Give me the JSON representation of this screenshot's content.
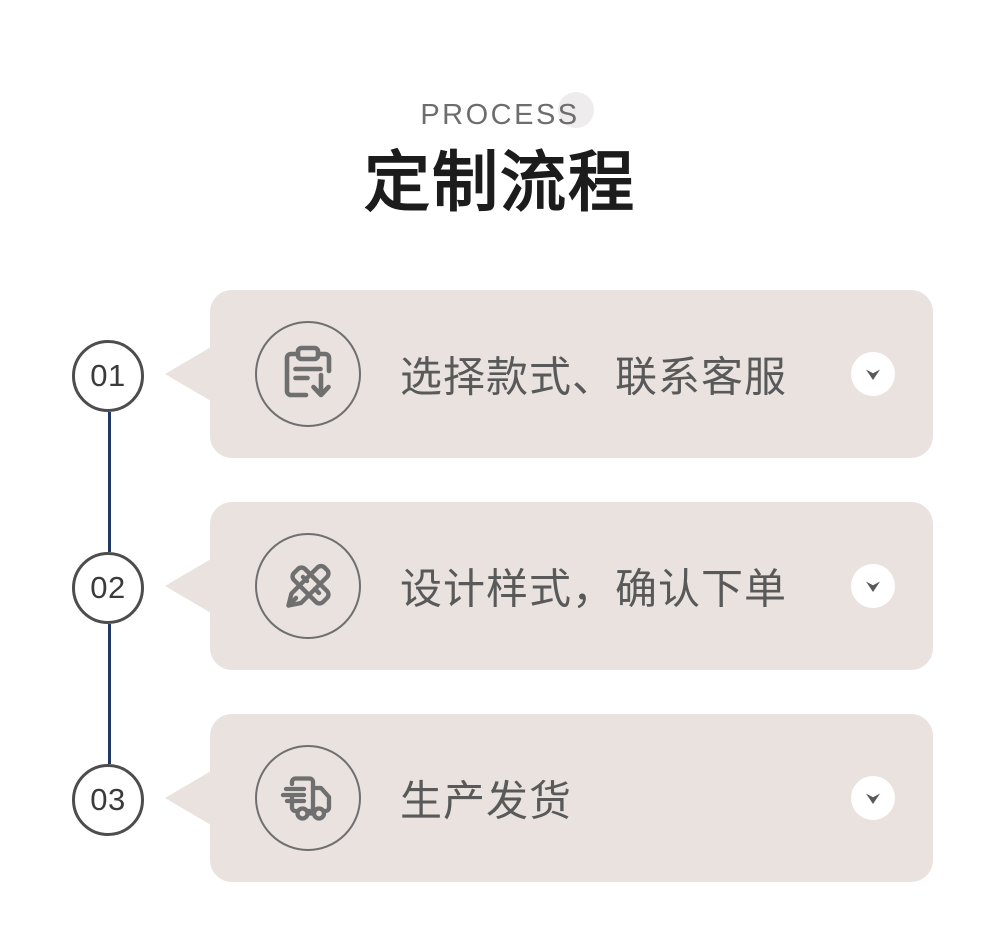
{
  "header": {
    "eyebrow": "PROCESS",
    "title": "定制流程",
    "deco_circle_color": "#eeecec",
    "eyebrow_color": "#6d6d6d",
    "title_color": "#1c1c1c"
  },
  "theme": {
    "card_bg": "#e9e2df",
    "connector_color": "#1f3864",
    "badge_border": "#4d4d4d",
    "icon_stroke": "#6f6f6f",
    "label_color": "#595959",
    "chevron_button_bg": "#ffffff",
    "chevron_color": "#595959",
    "page_bg": "#ffffff"
  },
  "steps": [
    {
      "number": "01",
      "label": "选择款式、联系客服",
      "icon": "clipboard-download-icon",
      "chevron": "chevron-down-icon"
    },
    {
      "number": "02",
      "label": "设计样式，确认下单",
      "icon": "pencil-ruler-icon",
      "chevron": "chevron-down-icon"
    },
    {
      "number": "03",
      "label": "生产发货",
      "icon": "delivery-truck-icon",
      "chevron": "chevron-down-icon"
    }
  ]
}
